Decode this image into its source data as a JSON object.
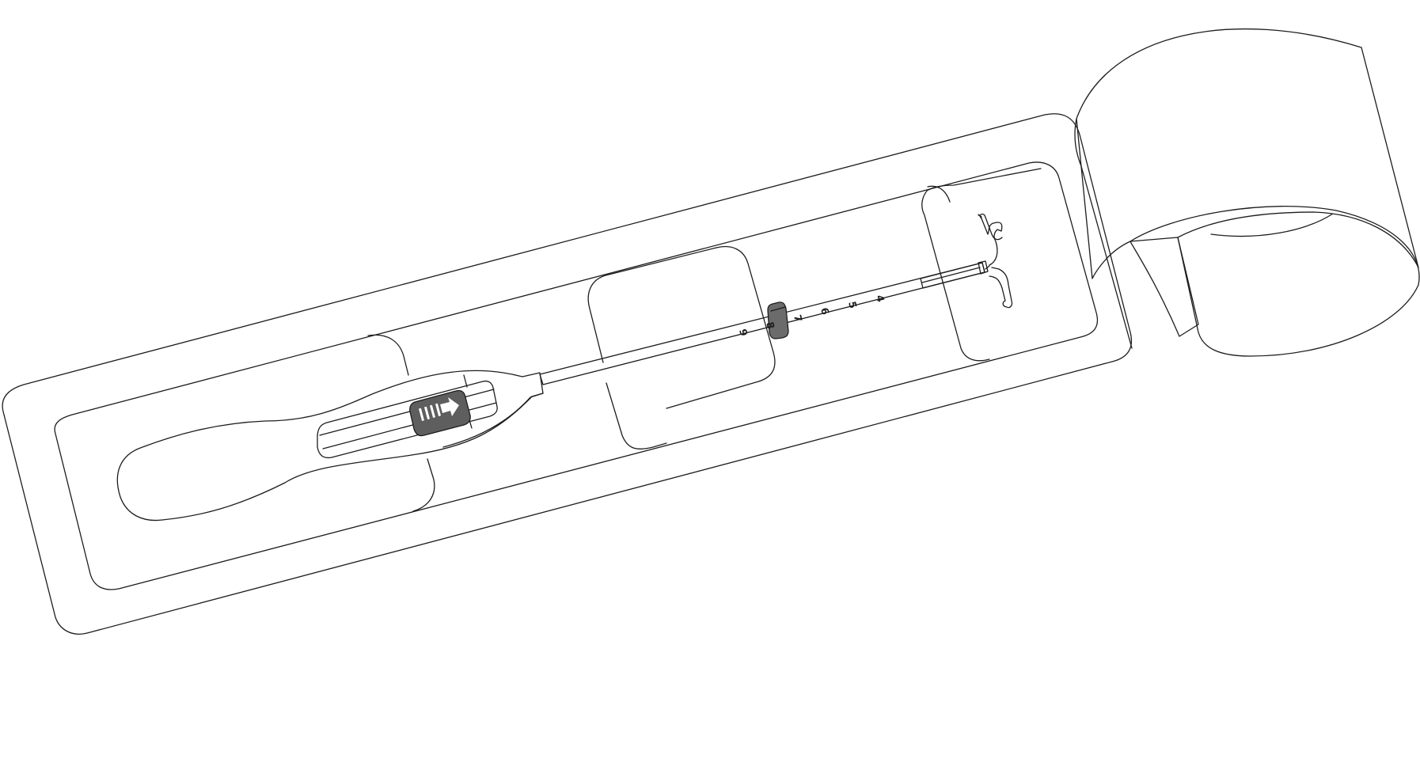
{
  "diagram": {
    "colors": {
      "tray_fill": "#b8ddf4",
      "package_fill": "#ffffff",
      "outline": "#1d1d1b",
      "slider_track": "#e6e6e6",
      "slider_button": "#5e5e5e",
      "flange": "#6b6b6b"
    },
    "icons": [
      "peeled-lid-icon",
      "iud-icon",
      "slider-arrow-icon"
    ],
    "insertion_tube_scale": [
      "4",
      "5",
      "6",
      "7",
      "8",
      "9"
    ]
  }
}
